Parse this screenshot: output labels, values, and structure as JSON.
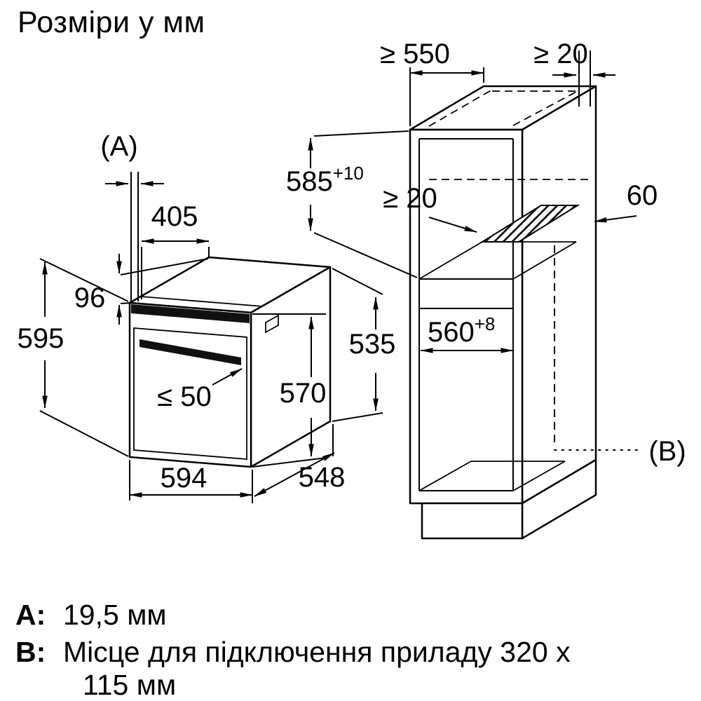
{
  "title": "Розміри у мм",
  "oven": {
    "label_a": "(A)",
    "dims": {
      "d405": "405",
      "d96": "96",
      "d595": "595",
      "d50": "≤ 50",
      "d570": "570",
      "d594": "594",
      "d548": "548",
      "d535": "535"
    }
  },
  "cabinet": {
    "label_b": "(B)",
    "dims": {
      "d550": "≥ 550",
      "d20_top": "≥ 20",
      "d585": "585",
      "d585_tol": "+10",
      "d20_inner": "≥ 20",
      "d60": "60",
      "d560": "560",
      "d560_tol": "+8"
    }
  },
  "legend": {
    "a_key": "A:",
    "a_value": "19,5 мм",
    "b_key": "B:",
    "b_value_line1": "Місце для підключення приладу 320 x",
    "b_value_line2": "115 мм"
  }
}
